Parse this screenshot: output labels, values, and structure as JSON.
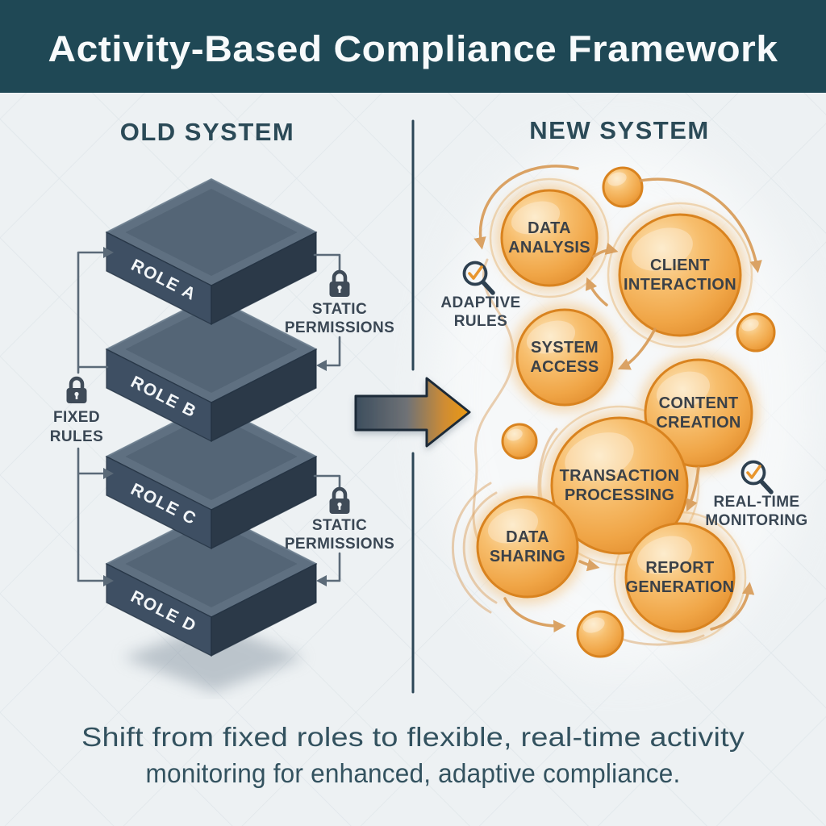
{
  "header": {
    "title": "Activity-Based Compliance Framework"
  },
  "old_system": {
    "heading": "OLD SYSTEM",
    "roles": [
      "ROLE A",
      "ROLE B",
      "ROLE C",
      "ROLE D"
    ],
    "fixed_rules_label": [
      "FIXED",
      "RULES"
    ],
    "static_permissions_label": [
      "STATIC",
      "PERMISSIONS"
    ]
  },
  "new_system": {
    "heading": "NEW SYSTEM",
    "adaptive_rules_label": [
      "ADAPTIVE",
      "RULES"
    ],
    "real_time_monitoring_label": [
      "REAL-TIME",
      "MONITORING"
    ],
    "activities": [
      {
        "id": "data-analysis",
        "lines": [
          "DATA",
          "ANALYSIS"
        ]
      },
      {
        "id": "client-interaction",
        "lines": [
          "CLIENT",
          "INTERACTION"
        ]
      },
      {
        "id": "system-access",
        "lines": [
          "SYSTEM",
          "ACCESS"
        ]
      },
      {
        "id": "content-creation",
        "lines": [
          "CONTENT",
          "CREATION"
        ]
      },
      {
        "id": "transaction-processing",
        "lines": [
          "TRANSACTION",
          "PROCESSING"
        ]
      },
      {
        "id": "data-sharing",
        "lines": [
          "DATA",
          "SHARING"
        ]
      },
      {
        "id": "report-generation",
        "lines": [
          "REPORT",
          "GENERATION"
        ]
      }
    ]
  },
  "caption": {
    "lines": [
      "Shift from fixed roles to flexible, real-time activity",
      "monitoring for enhanced, adaptive compliance."
    ]
  },
  "colors": {
    "header_bg": "#1f4855",
    "heading_text": "#2b4a57",
    "block_top": "#5f7081",
    "block_top_inner": "#546576",
    "block_left": "#3e4f63",
    "block_right": "#2b3948",
    "block_label": "#f3f6f8",
    "bracket": "#5b6a78",
    "lock": "#3f4b58",
    "side_label": "#3a4754",
    "bubble_edge": "#d9831f",
    "connector": "#d89a55",
    "activity_label": "#3b4148",
    "icon_ring": "#2e4050",
    "icon_check": "#e8962e",
    "caption_text": "#33525f",
    "divider": "#2c4656",
    "arrow_outline": "#1e2b37",
    "background": "#edf1f3"
  }
}
